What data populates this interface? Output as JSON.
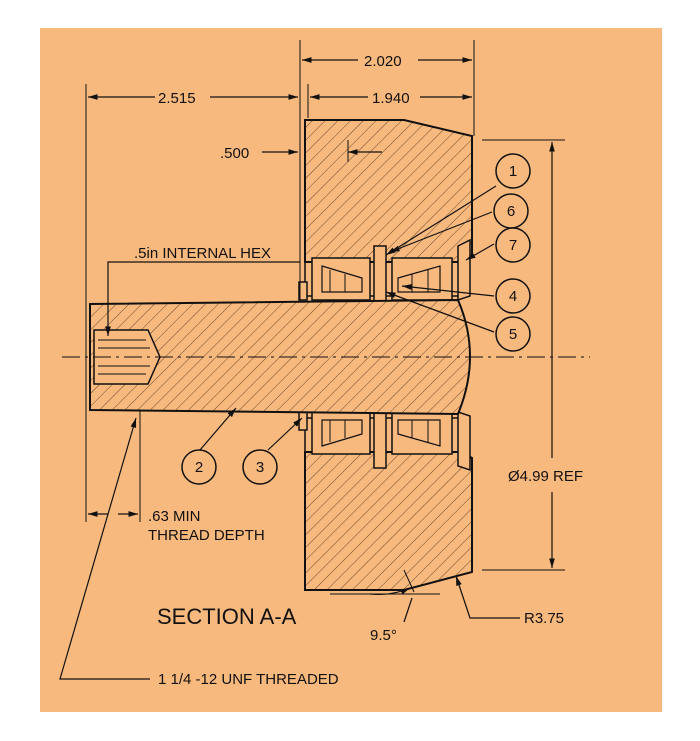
{
  "drawing": {
    "title": "SECTION A-A",
    "background_color": "#f8b97e",
    "line_color": "#111111",
    "dimensions": {
      "overall_width": "2.020",
      "wheel_width": "1.940",
      "shaft_length": "2.515",
      "offset": ".500",
      "diameter": "Ø4.99 REF",
      "radius": "R3.75",
      "angle": "9.5°"
    },
    "notes": {
      "hex": ".5in INTERNAL HEX",
      "thread_depth_line1": ".63 MIN",
      "thread_depth_line2": "THREAD DEPTH",
      "thread": "1 1/4 -12 UNF THREADED"
    },
    "balloons": [
      "1",
      "6",
      "7",
      "4",
      "5",
      "2",
      "3"
    ]
  }
}
